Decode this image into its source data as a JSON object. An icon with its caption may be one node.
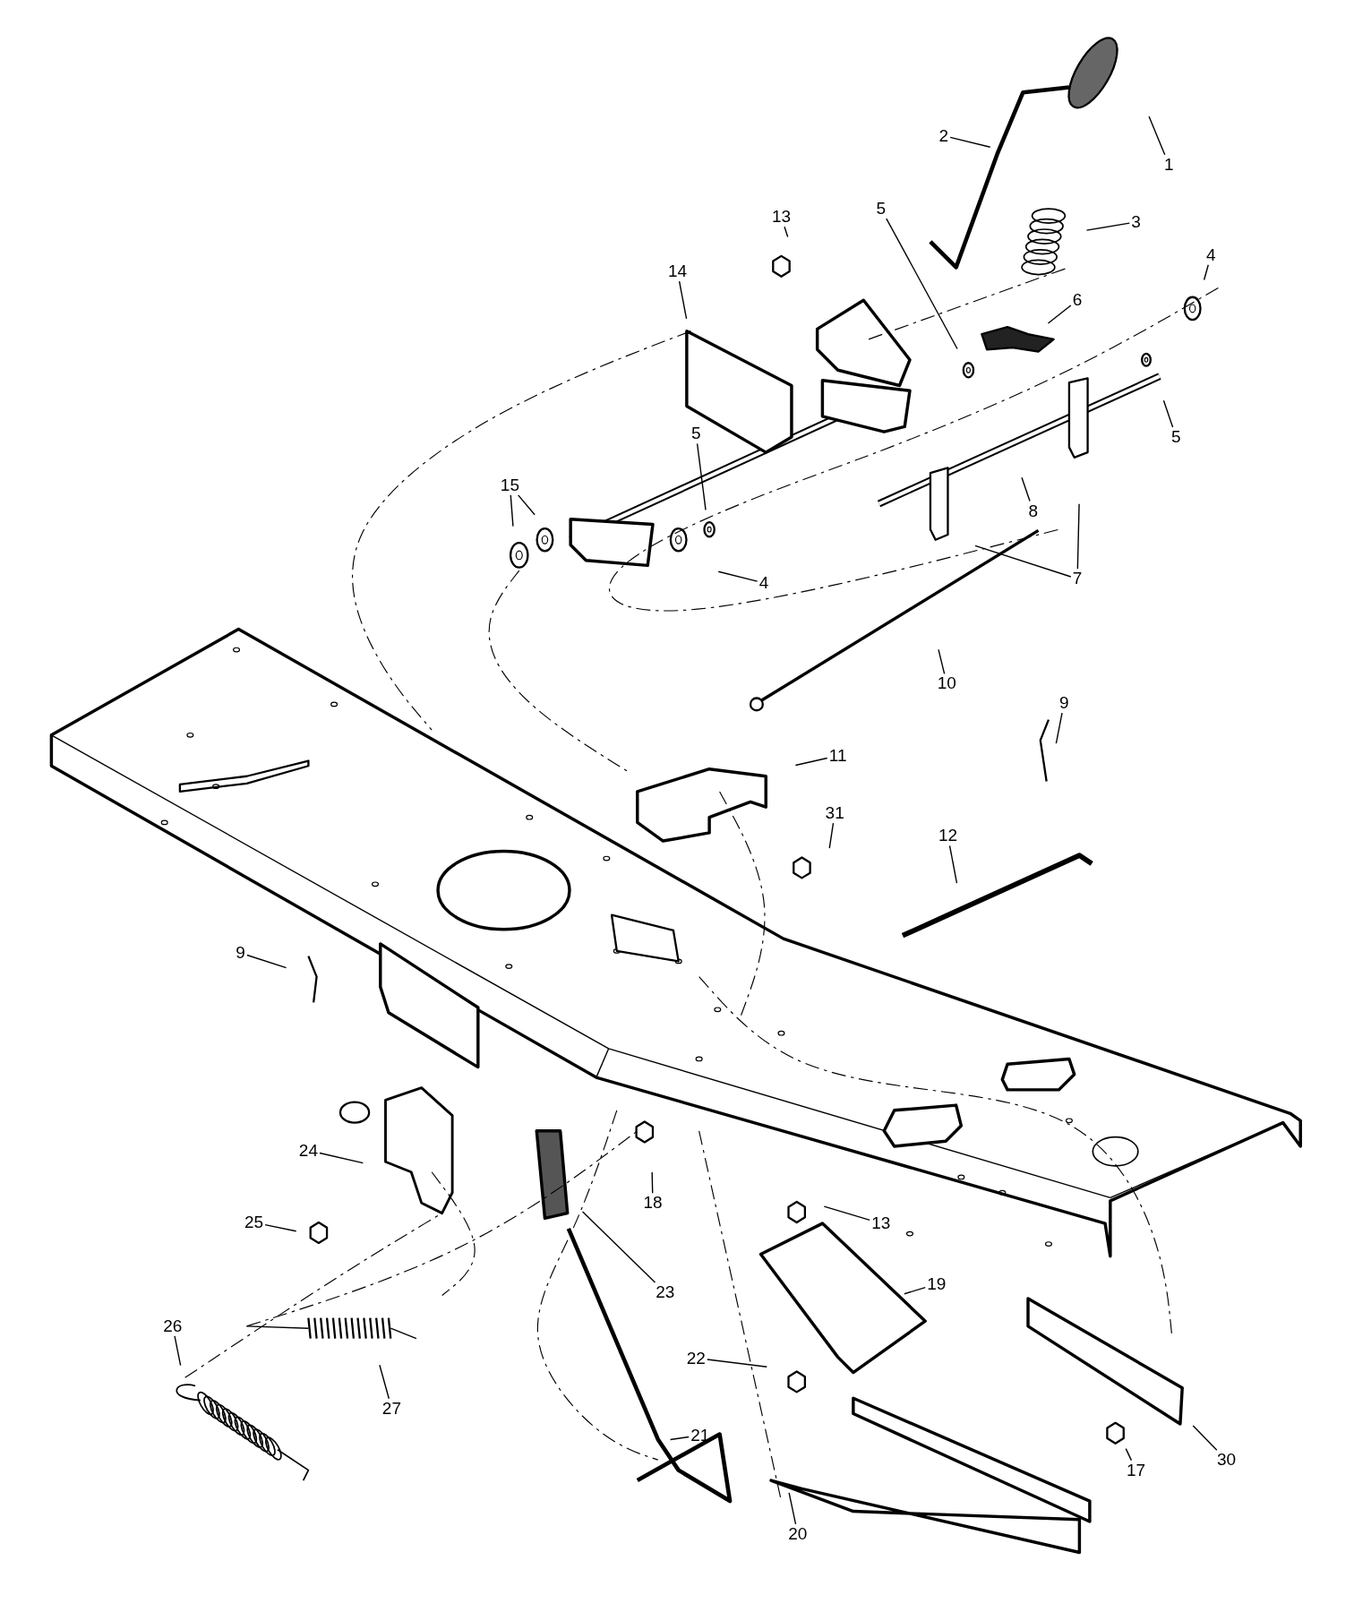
{
  "diagram": {
    "nodes": [
      {
        "text": [
          "1"
        ]
      },
      {
        "text": [
          "2"
        ]
      },
      {
        "text": [
          "13"
        ]
      },
      {
        "text": [
          "3"
        ]
      },
      {
        "text": [
          "5"
        ]
      },
      {
        "text": [
          "4"
        ]
      },
      {
        "text": [
          "14"
        ]
      },
      {
        "text": [
          "6"
        ]
      },
      {
        "text": [
          "5"
        ]
      },
      {
        "text": [
          "5"
        ]
      },
      {
        "text": [
          "15"
        ]
      },
      {
        "text": [
          "8"
        ]
      },
      {
        "text": [
          "7"
        ]
      },
      {
        "text": [
          "4"
        ]
      },
      {
        "text": [
          "10"
        ]
      },
      {
        "text": [
          "9"
        ]
      },
      {
        "text": [
          "11"
        ]
      },
      {
        "text": [
          "31"
        ]
      },
      {
        "text": [
          "12"
        ]
      },
      {
        "text": [
          "9"
        ]
      },
      {
        "text": [
          "24"
        ]
      },
      {
        "text": [
          "18"
        ]
      },
      {
        "text": [
          "25"
        ]
      },
      {
        "text": [
          "13"
        ]
      },
      {
        "text": [
          "23"
        ]
      },
      {
        "text": [
          "19"
        ]
      },
      {
        "text": [
          "26"
        ]
      },
      {
        "text": [
          "22"
        ]
      },
      {
        "text": [
          "27"
        ]
      },
      {
        "text": [
          "21"
        ]
      },
      {
        "text": [
          "17"
        ]
      },
      {
        "text": [
          "30"
        ]
      },
      {
        "text": [
          "20"
        ]
      }
    ],
    "edges": [
      {
        "from": 0,
        "to": null,
        "arrow": "none"
      },
      {
        "from": 1,
        "to": null,
        "arrow": "none"
      },
      {
        "from": 2,
        "to": null,
        "arrow": "none"
      },
      {
        "from": 3,
        "to": null,
        "arrow": "none"
      },
      {
        "from": 4,
        "to": null,
        "arrow": "none"
      },
      {
        "from": 5,
        "to": null,
        "arrow": "none"
      },
      {
        "from": 6,
        "to": null,
        "arrow": "none"
      },
      {
        "from": 7,
        "to": null,
        "arrow": "none"
      },
      {
        "from": 8,
        "to": null,
        "arrow": "none"
      },
      {
        "from": 9,
        "to": null,
        "arrow": "none"
      },
      {
        "from": 10,
        "to": null,
        "arrow": "none"
      },
      {
        "from": 10,
        "to": null,
        "arrow": "none"
      },
      {
        "from": 11,
        "to": null,
        "arrow": "none"
      },
      {
        "from": 12,
        "to": null,
        "arrow": "none"
      },
      {
        "from": 12,
        "to": null,
        "arrow": "none"
      },
      {
        "from": 13,
        "to": null,
        "arrow": "none"
      },
      {
        "from": 14,
        "to": null,
        "arrow": "none"
      },
      {
        "from": 15,
        "to": null,
        "arrow": "none"
      },
      {
        "from": 16,
        "to": null,
        "arrow": "none"
      },
      {
        "from": 17,
        "to": null,
        "arrow": "none"
      },
      {
        "from": 18,
        "to": null,
        "arrow": "none"
      },
      {
        "from": 19,
        "to": null,
        "arrow": "none"
      },
      {
        "from": 20,
        "to": null,
        "arrow": "none"
      },
      {
        "from": 21,
        "to": null,
        "arrow": "none"
      },
      {
        "from": 22,
        "to": null,
        "arrow": "none"
      },
      {
        "from": 23,
        "to": null,
        "arrow": "none"
      },
      {
        "from": 24,
        "to": null,
        "arrow": "none"
      },
      {
        "from": 25,
        "to": null,
        "arrow": "none"
      },
      {
        "from": 26,
        "to": null,
        "arrow": "none"
      },
      {
        "from": 27,
        "to": null,
        "arrow": "none"
      },
      {
        "from": 28,
        "to": null,
        "arrow": "none"
      },
      {
        "from": 29,
        "to": null,
        "arrow": "none"
      },
      {
        "from": 30,
        "to": null,
        "arrow": "none"
      },
      {
        "from": 31,
        "to": null,
        "arrow": "none"
      },
      {
        "from": 32,
        "to": null,
        "arrow": "none"
      }
    ]
  }
}
